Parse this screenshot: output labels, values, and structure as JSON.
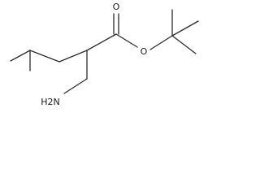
{
  "molecule": {
    "atom_labels": {
      "carbonyl_oxygen": "O",
      "ester_oxygen": "O",
      "amine": "H2N"
    }
  },
  "colors": {
    "bond": "#2b2b2b",
    "text": "#1a1a1a",
    "background": "#ffffff"
  }
}
